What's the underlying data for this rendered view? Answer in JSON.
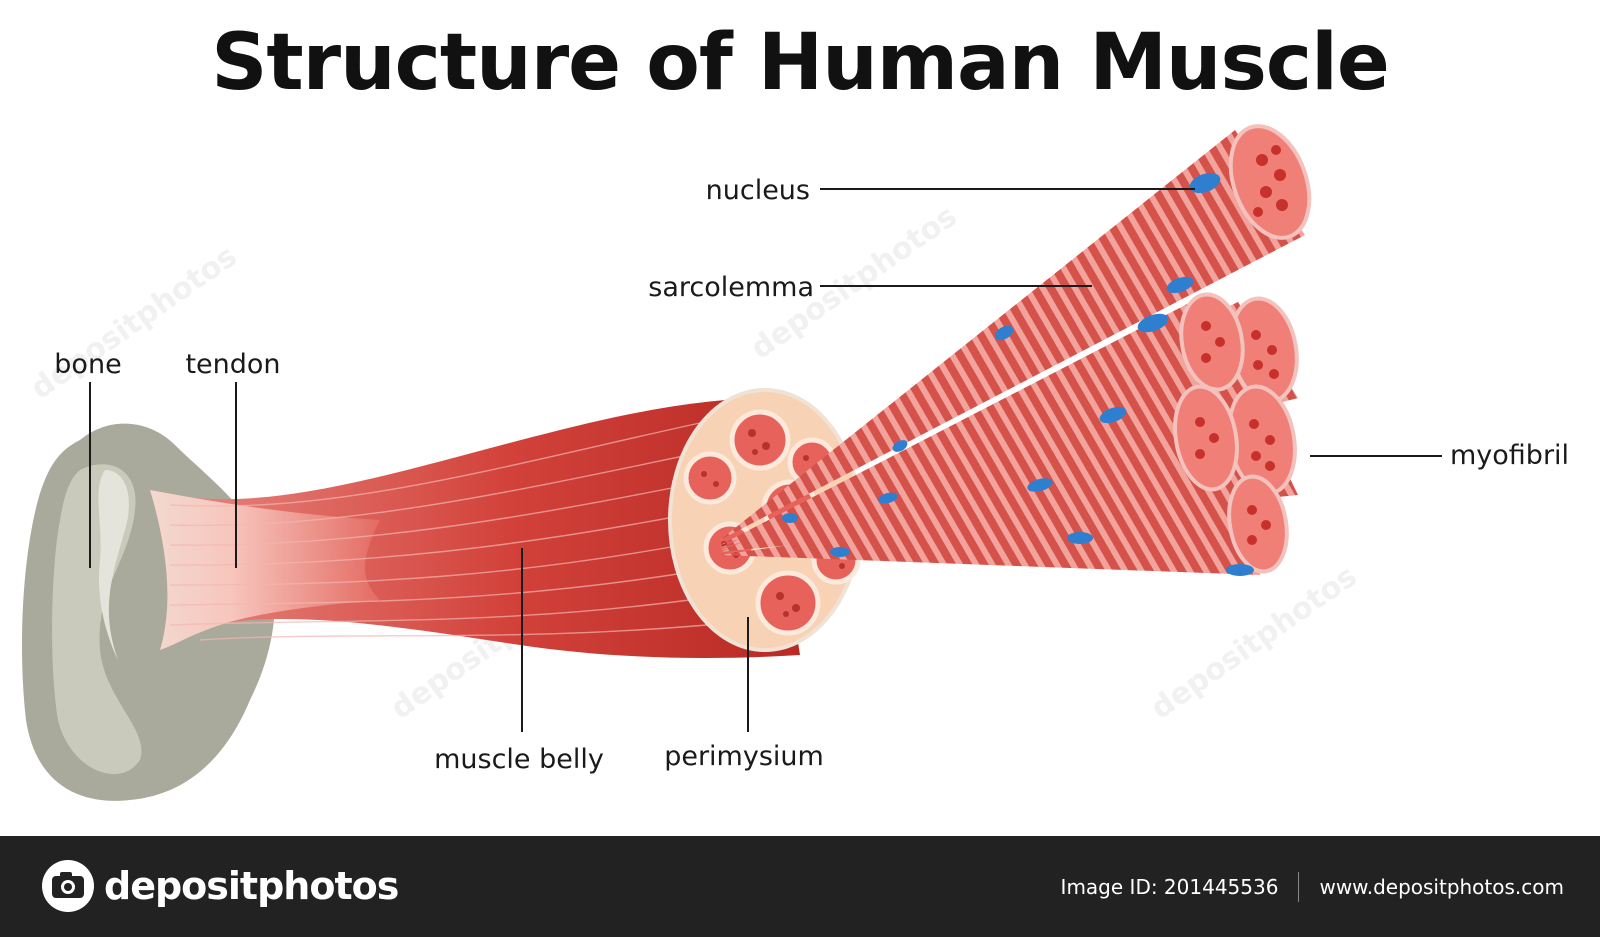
{
  "title": "Structure of Human Muscle",
  "labels": {
    "nucleus": "nucleus",
    "sarcolemma": "sarcolemma",
    "bone": "bone",
    "tendon": "tendon",
    "myofibril": "myofibril",
    "muscle_belly": "muscle belly",
    "perimysium": "perimysium"
  },
  "watermark": "depositphotos",
  "footer": {
    "brand": "depositphotos",
    "image_id": "Image ID: 201445536",
    "url": "www.depositphotos.com"
  },
  "colors": {
    "bone": "#a9aa9b",
    "bone_highlight": "#dcdcd1",
    "muscle_dark": "#c4302b",
    "muscle_mid": "#d85c55",
    "fiber_light": "#f0a9a3",
    "perimysium": "#f7d2b4",
    "nucleus": "#2f7fd0",
    "footer_bg": "#222222"
  }
}
